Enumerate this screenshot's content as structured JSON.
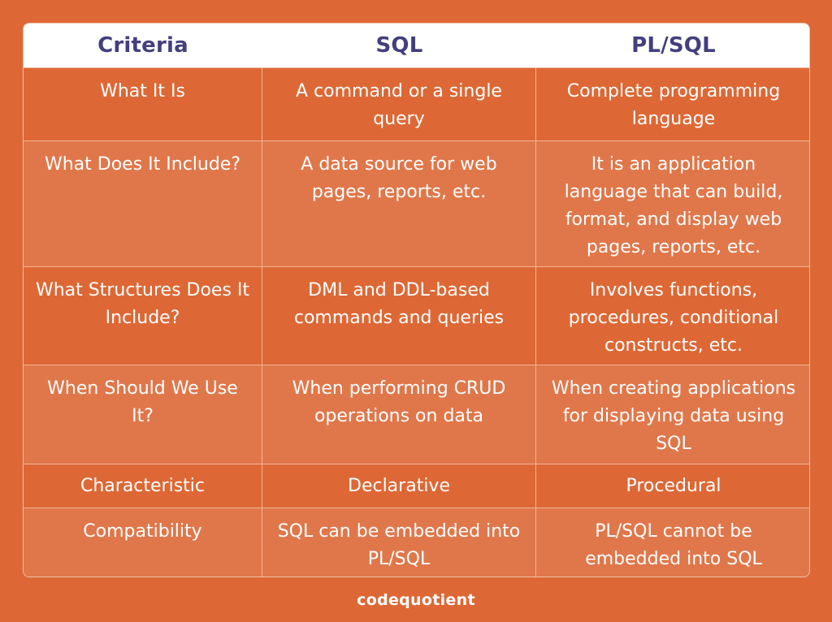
{
  "table": {
    "headers": [
      "Criteria",
      "SQL",
      "PL/SQL"
    ],
    "rows": [
      {
        "criteria": "What It Is",
        "sql": "A command or a single query",
        "plsql": "Complete programming language"
      },
      {
        "criteria": "What Does It Include?",
        "sql": "A data source for web pages, reports, etc.",
        "plsql": "It is an application language that can build, format, and display web pages, reports, etc."
      },
      {
        "criteria": "What Structures Does It Include?",
        "sql": "DML and DDL-based commands and queries",
        "plsql": "Involves functions, procedures, conditional constructs, etc."
      },
      {
        "criteria": "When Should We Use It?",
        "sql": "When performing CRUD operations on data",
        "plsql": "When creating applications for displaying data using SQL"
      },
      {
        "criteria": "Characteristic",
        "sql": "Declarative",
        "plsql": "Procedural"
      },
      {
        "criteria": "Compatibility",
        "sql": "SQL can be embedded into PL/SQL",
        "plsql": "PL/SQL cannot be embedded into SQL"
      }
    ]
  },
  "brand": {
    "logo_text": "codequotient"
  },
  "colors": {
    "background": "#DD6835",
    "row_dark": "#DD6835",
    "row_light": "#E0774A",
    "header_bg": "#FFFFFF",
    "header_text": "#433F7E",
    "body_text": "#FFFFFF"
  }
}
